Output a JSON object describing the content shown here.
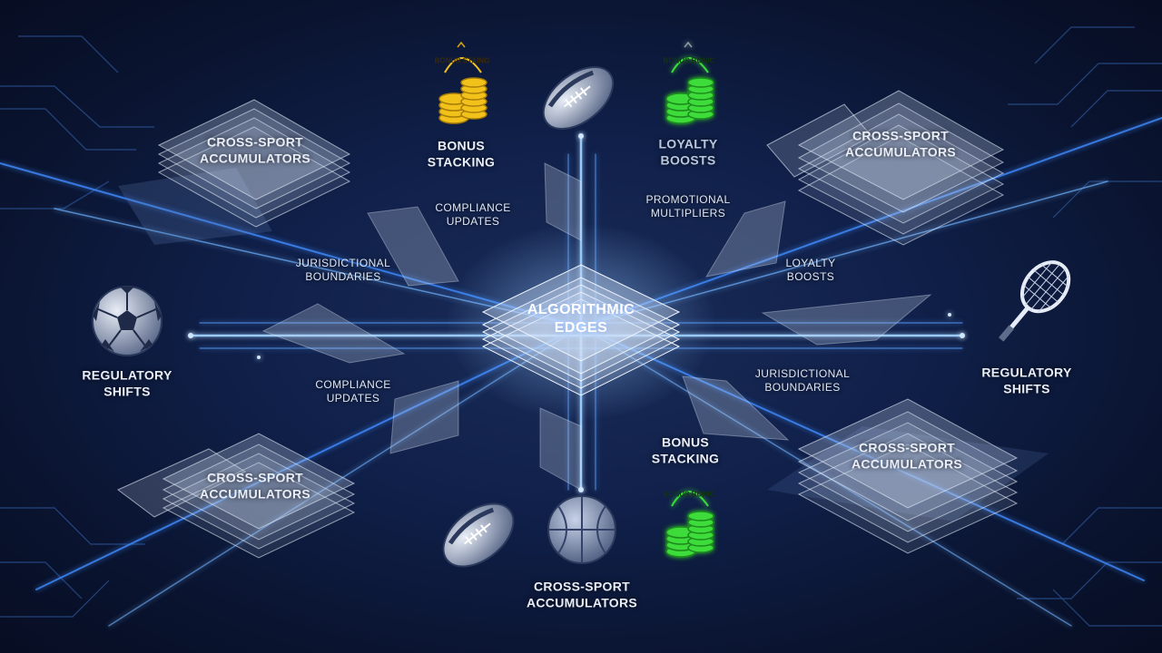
{
  "center": {
    "line1": "ALGORITHMIC",
    "line2": "EDGES"
  },
  "stacks": {
    "top_left": {
      "line1": "CROSS-SPORT",
      "line2": "ACCUMULATORS"
    },
    "top_right": {
      "line1": "CROSS-SPORT",
      "line2": "ACCUMULATORS"
    },
    "bottom_left": {
      "line1": "CROSS-SPORT",
      "line2": "ACCUMULATORS"
    },
    "bottom_right": {
      "line1": "CROSS-SPORT",
      "line2": "ACCUMULATORS"
    }
  },
  "labels": {
    "bonus_stacking_top": {
      "line1": "BONUS",
      "line2": "STACKING"
    },
    "loyalty_boosts_top": {
      "line1": "LOYALTY",
      "line2": "BOOSTS"
    },
    "compliance_top": {
      "line1": "COMPLIANCE",
      "line2": "UPDATES"
    },
    "promotional": {
      "line1": "PROMOTIONAL",
      "line2": "MULTIPLIERS"
    },
    "jurisdictional_left": {
      "line1": "JURISDICTIONAL",
      "line2": "BOUNDARIES"
    },
    "loyalty_right": {
      "line1": "LOYALTY",
      "line2": "BOOSTS"
    },
    "regulatory_left": {
      "line1": "REGULATORY",
      "line2": "SHIFTS"
    },
    "regulatory_right": {
      "line1": "REGULATORY",
      "line2": "SHIFTS"
    },
    "compliance_left": {
      "line1": "COMPLIANCE",
      "line2": "UPDATES"
    },
    "jurisdictional_right": {
      "line1": "JURISDICTIONAL",
      "line2": "BOUNDARIES"
    },
    "bonus_stacking_bottom": {
      "line1": "BONUS",
      "line2": "STACKING"
    },
    "cross_sport_bottom": {
      "line1": "CROSS-SPORT",
      "line2": "ACCUMULATORS"
    }
  },
  "coin_text": {
    "gold": "BONUS STAING",
    "green_top": "BONUS BONIC",
    "green_bottom": "BONUS BONIC"
  },
  "colors": {
    "background": "#0b1530",
    "glow": "#4aa3ff",
    "gold": "#f2c21b",
    "green": "#3ddc3a",
    "pane": "#c7d3e8"
  },
  "icons": [
    "football-icon",
    "soccer-ball-icon",
    "tennis-racket-icon",
    "basketball-icon",
    "coin-stack-icon"
  ]
}
